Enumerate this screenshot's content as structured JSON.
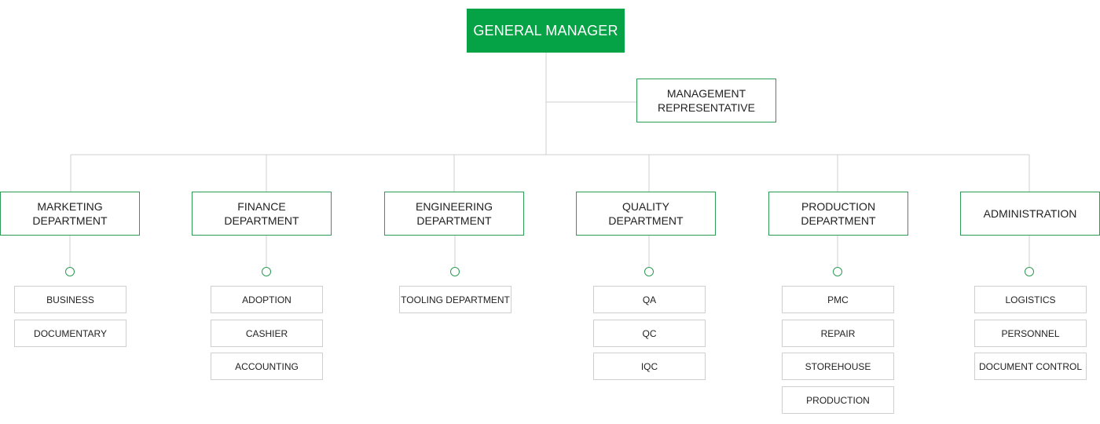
{
  "general_manager": "GENERAL MANAGER",
  "management_representative": [
    "MANAGEMENT",
    "REPRESENTATIVE"
  ],
  "departments": [
    {
      "label": [
        "MARKETING",
        "DEPARTMENT"
      ],
      "subunits": [
        "BUSINESS",
        "DOCUMENTARY"
      ]
    },
    {
      "label": [
        "FINANCE",
        "DEPARTMENT"
      ],
      "subunits": [
        "ADOPTION",
        "CASHIER",
        "ACCOUNTING"
      ]
    },
    {
      "label": [
        "ENGINEERING",
        "DEPARTMENT"
      ],
      "subunits": [
        "TOOLING DEPARTMENT"
      ]
    },
    {
      "label": [
        "QUALITY",
        "DEPARTMENT"
      ],
      "subunits": [
        "QA",
        "QC",
        "IQC"
      ]
    },
    {
      "label": [
        "PRODUCTION",
        "DEPARTMENT"
      ],
      "subunits": [
        "PMC",
        "REPAIR",
        "STOREHOUSE",
        "PRODUCTION"
      ]
    },
    {
      "label": [
        "ADMINISTRATION"
      ],
      "subunits": [
        "LOGISTICS",
        "PERSONNEL",
        "DOCUMENT CONTROL"
      ]
    }
  ],
  "colors": {
    "accent": "#05a246",
    "border": "#2f9a55",
    "connector": "#cfcfcf"
  }
}
